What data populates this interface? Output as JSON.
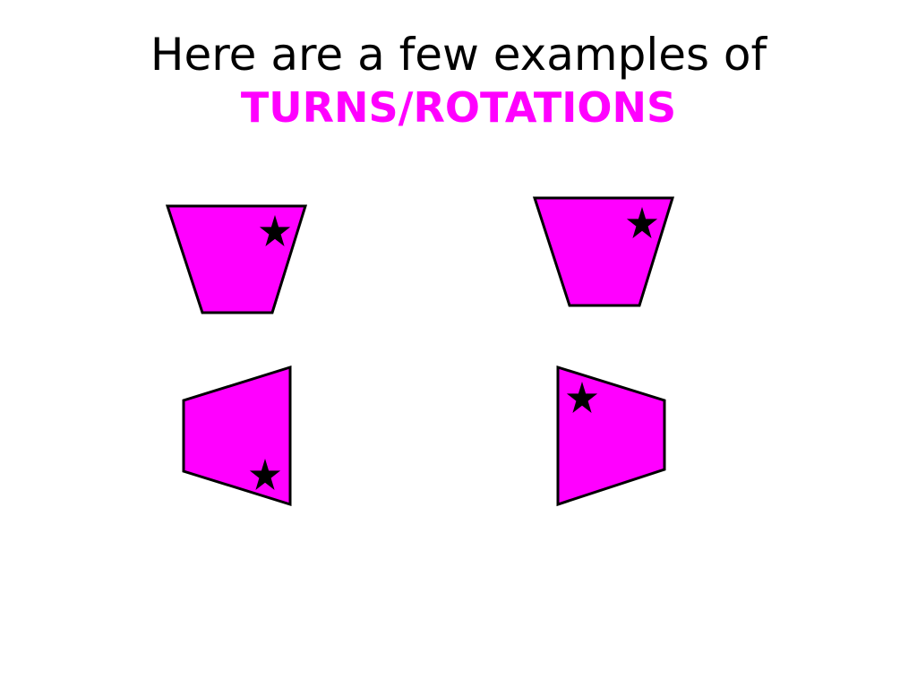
{
  "slide": {
    "title_line1": "Here are a few examples of",
    "title_line2": "TURNS/ROTATIONS"
  },
  "colors": {
    "accent_text": "#ff00ff",
    "shape_fill": "#ff00ff",
    "shape_stroke": "#000000",
    "star_fill": "#000000"
  },
  "shapes": [
    {
      "name": "original-trapezoid",
      "description_icon": "star-icon"
    },
    {
      "name": "rotated-trapezoid-top-right",
      "description_icon": "star-icon"
    },
    {
      "name": "rotated-trapezoid-bottom-left",
      "description_icon": "star-icon"
    },
    {
      "name": "rotated-trapezoid-bottom-right",
      "description_icon": "star-icon"
    }
  ]
}
